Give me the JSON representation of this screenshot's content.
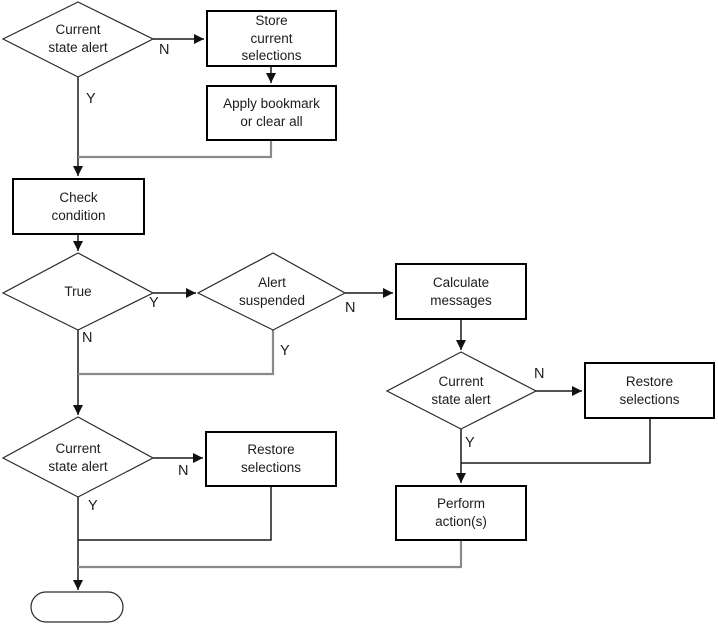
{
  "diagram": {
    "type": "flowchart",
    "colors": {
      "background": "#ffffff",
      "flow_line": "#1a1a1a",
      "merge_line": "#8a8a8a",
      "node_border": "#000000",
      "node_fill": "#ffffff",
      "text": "#1c1c1c"
    },
    "nodes": {
      "d1": {
        "type": "decision",
        "label": "Current\nstate alert"
      },
      "r1": {
        "type": "process",
        "label": "Store\ncurrent\nselections"
      },
      "r2": {
        "type": "process",
        "label": "Apply bookmark\nor clear all"
      },
      "r3": {
        "type": "process",
        "label": "Check\ncondition"
      },
      "d2": {
        "type": "decision",
        "label": "True"
      },
      "d3": {
        "type": "decision",
        "label": "Alert\nsuspended"
      },
      "r4": {
        "type": "process",
        "label": "Calculate\nmessages"
      },
      "d4": {
        "type": "decision",
        "label": "Current\nstate alert"
      },
      "r5": {
        "type": "process",
        "label": "Restore\nselections"
      },
      "r6": {
        "type": "process",
        "label": "Perform\naction(s)"
      },
      "d5": {
        "type": "decision",
        "label": "Current\nstate alert"
      },
      "r7": {
        "type": "process",
        "label": "Restore\nselections"
      },
      "end": {
        "type": "terminator",
        "label": ""
      }
    },
    "edge_labels": {
      "d1_n": "N",
      "d1_y": "Y",
      "d2_y": "Y",
      "d2_n": "N",
      "d3_n": "N",
      "d3_y": "Y",
      "d4_n": "N",
      "d4_y": "Y",
      "d5_n": "N",
      "d5_y": "Y"
    },
    "edges": [
      {
        "from": "d1",
        "to": "r1",
        "label": "N"
      },
      {
        "from": "d1",
        "to": "r3",
        "label": "Y"
      },
      {
        "from": "r1",
        "to": "r2"
      },
      {
        "from": "r2",
        "to": "r3"
      },
      {
        "from": "r3",
        "to": "d2"
      },
      {
        "from": "d2",
        "to": "d3",
        "label": "Y"
      },
      {
        "from": "d2",
        "to": "d5",
        "label": "N"
      },
      {
        "from": "d3",
        "to": "r4",
        "label": "N"
      },
      {
        "from": "d3",
        "to": "d5",
        "label": "Y"
      },
      {
        "from": "r4",
        "to": "d4"
      },
      {
        "from": "d4",
        "to": "r5",
        "label": "N"
      },
      {
        "from": "d4",
        "to": "r6",
        "label": "Y"
      },
      {
        "from": "r5",
        "to": "r6"
      },
      {
        "from": "d5",
        "to": "r7",
        "label": "N"
      },
      {
        "from": "d5",
        "to": "end",
        "label": "Y"
      },
      {
        "from": "r7",
        "to": "end"
      },
      {
        "from": "r6",
        "to": "end"
      }
    ]
  }
}
